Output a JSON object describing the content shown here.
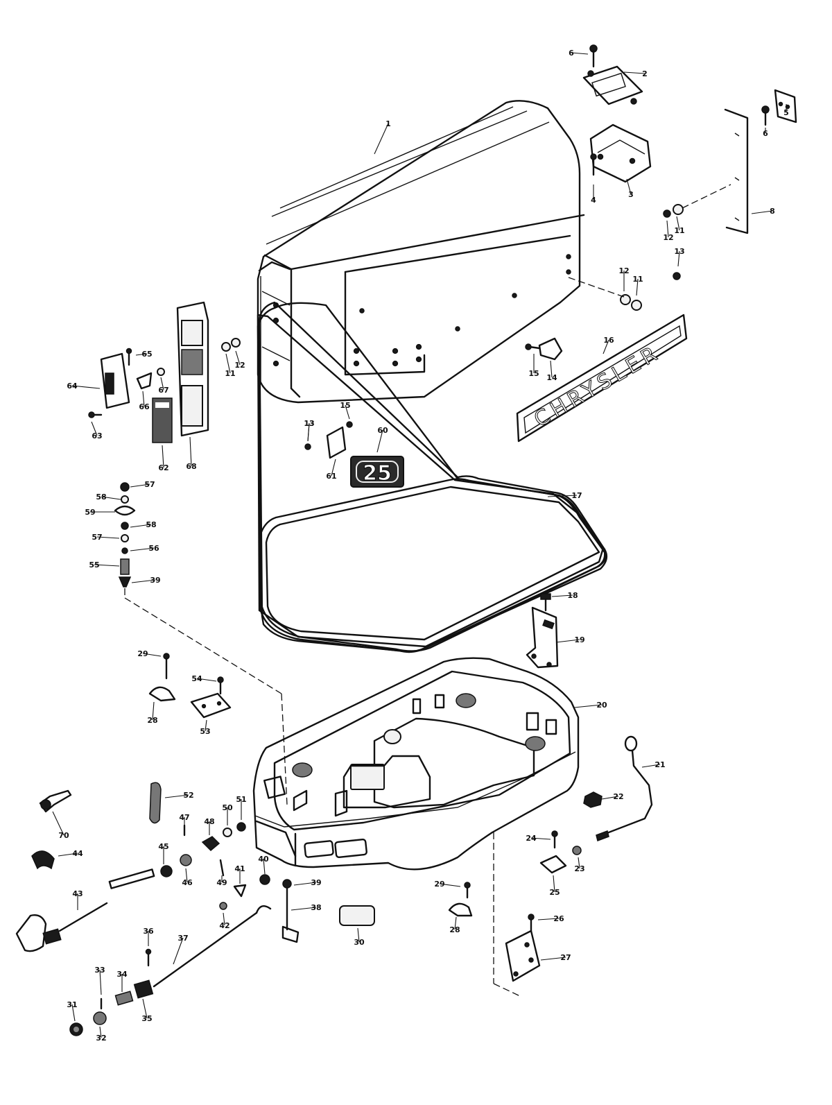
{
  "badges": {
    "brand_name": "CHRYSLER",
    "hp_rating": "25"
  },
  "callouts": [
    {
      "label": "1"
    },
    {
      "label": "2"
    },
    {
      "label": "3"
    },
    {
      "label": "4"
    },
    {
      "label": "5"
    },
    {
      "label": "6"
    },
    {
      "label": "6"
    },
    {
      "label": "8"
    },
    {
      "label": "11"
    },
    {
      "label": "12"
    },
    {
      "label": "13"
    },
    {
      "label": "12"
    },
    {
      "label": "11"
    },
    {
      "label": "11"
    },
    {
      "label": "12"
    },
    {
      "label": "13"
    },
    {
      "label": "15"
    },
    {
      "label": "14"
    },
    {
      "label": "15"
    },
    {
      "label": "16"
    },
    {
      "label": "13"
    },
    {
      "label": "60"
    },
    {
      "label": "61"
    },
    {
      "label": "65"
    },
    {
      "label": "64"
    },
    {
      "label": "66"
    },
    {
      "label": "67"
    },
    {
      "label": "63"
    },
    {
      "label": "62"
    },
    {
      "label": "68"
    },
    {
      "label": "57"
    },
    {
      "label": "58"
    },
    {
      "label": "59"
    },
    {
      "label": "58"
    },
    {
      "label": "57"
    },
    {
      "label": "56"
    },
    {
      "label": "55"
    },
    {
      "label": "39"
    },
    {
      "label": "17"
    },
    {
      "label": "18"
    },
    {
      "label": "19"
    },
    {
      "label": "20"
    },
    {
      "label": "29"
    },
    {
      "label": "28"
    },
    {
      "label": "54"
    },
    {
      "label": "53"
    },
    {
      "label": "21"
    },
    {
      "label": "22"
    },
    {
      "label": "52"
    },
    {
      "label": "70"
    },
    {
      "label": "44"
    },
    {
      "label": "47"
    },
    {
      "label": "48"
    },
    {
      "label": "50"
    },
    {
      "label": "51"
    },
    {
      "label": "45"
    },
    {
      "label": "46"
    },
    {
      "label": "49"
    },
    {
      "label": "41"
    },
    {
      "label": "40"
    },
    {
      "label": "39"
    },
    {
      "label": "42"
    },
    {
      "label": "38"
    },
    {
      "label": "43"
    },
    {
      "label": "36"
    },
    {
      "label": "37"
    },
    {
      "label": "33"
    },
    {
      "label": "34"
    },
    {
      "label": "35"
    },
    {
      "label": "31"
    },
    {
      "label": "32"
    },
    {
      "label": "30"
    },
    {
      "label": "29"
    },
    {
      "label": "28"
    },
    {
      "label": "24"
    },
    {
      "label": "23"
    },
    {
      "label": "25"
    },
    {
      "label": "26"
    },
    {
      "label": "27"
    }
  ]
}
